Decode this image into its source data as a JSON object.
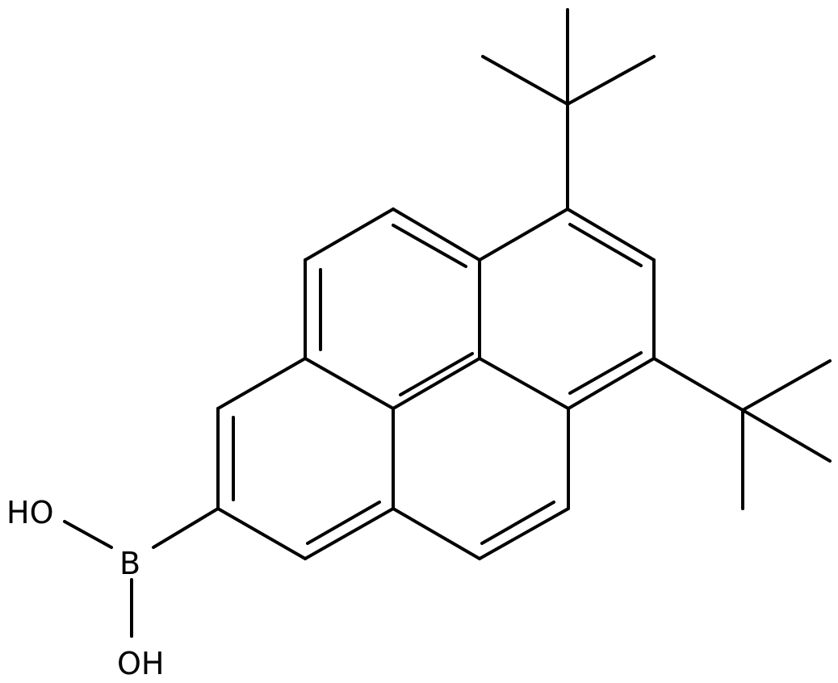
{
  "atoms": {
    "hydroxyl_top": "HO",
    "boron": "B",
    "hydroxyl_bottom": "OH"
  },
  "colors": {
    "bond": "#000000",
    "background": "#ffffff"
  }
}
